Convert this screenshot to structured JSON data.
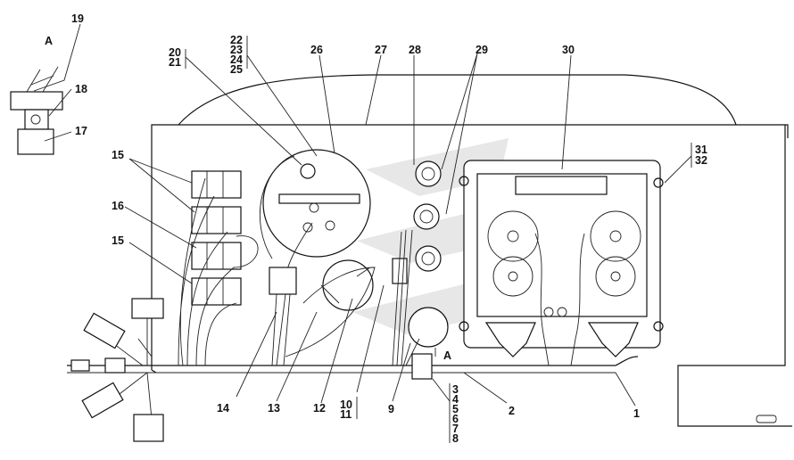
{
  "callouts": {
    "A_top": "A",
    "c19": "19",
    "c18": "18",
    "c17": "17",
    "c15a": "15",
    "c16": "16",
    "c15b": "15",
    "c20": "20",
    "c21": "21",
    "c22": "22",
    "c23": "23",
    "c24": "24",
    "c25": "25",
    "c26": "26",
    "c27": "27",
    "c28": "28",
    "c29": "29",
    "c30": "30",
    "c31": "31",
    "c32": "32",
    "c14": "14",
    "c13": "13",
    "c12": "12",
    "c10": "10",
    "c11": "11",
    "c9": "9",
    "c3": "3",
    "c4": "4",
    "c5": "5",
    "c6": "6",
    "c7": "7",
    "c8": "8",
    "A_view": "A",
    "c2": "2",
    "c1": "1"
  }
}
